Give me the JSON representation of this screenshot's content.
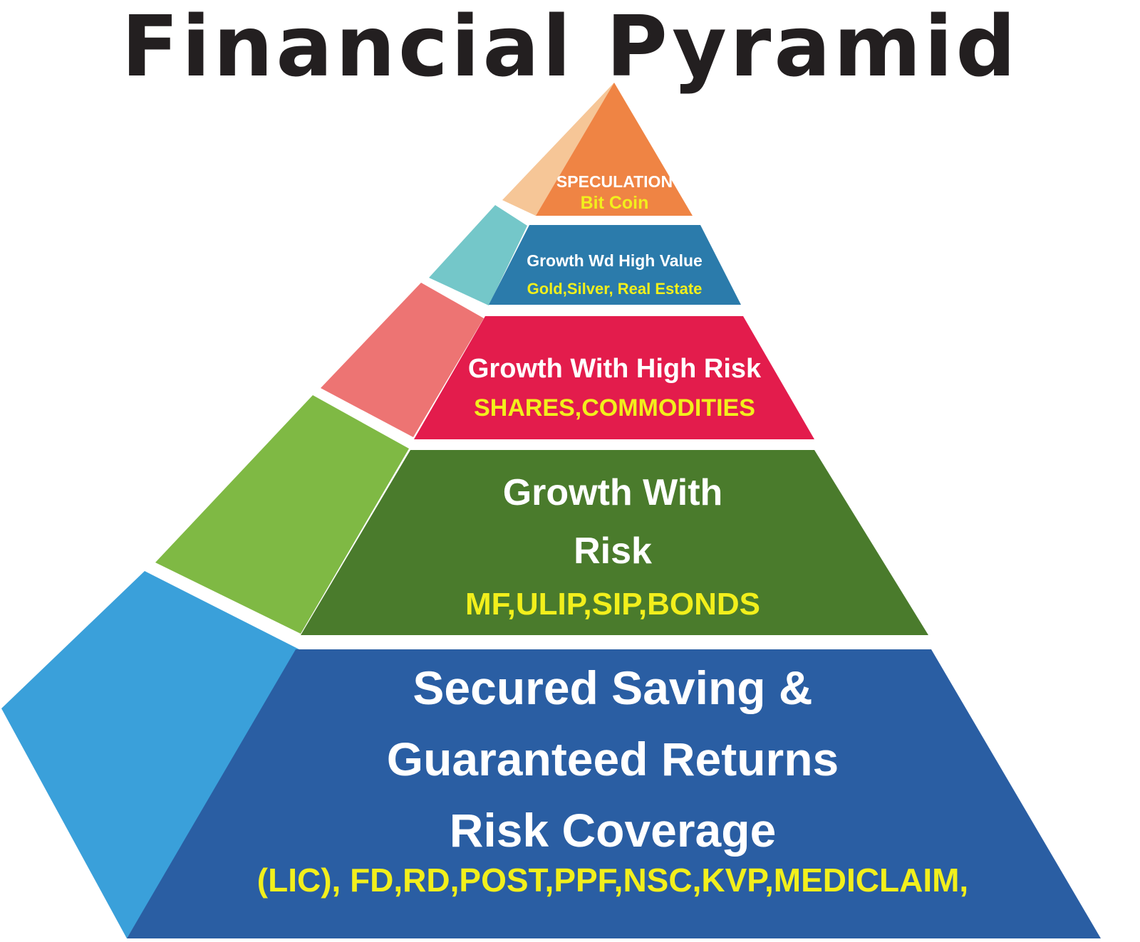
{
  "title": "Financial Pyramid",
  "colors": {
    "title": "#231f20",
    "tier_text": "#ffffff",
    "example_text": "#f2ef1c"
  },
  "tiers": [
    {
      "heading": "SPECULATION",
      "examples": "Bit Coin",
      "front_color": "#ef8444",
      "side_color": "#f6c697"
    },
    {
      "heading": "Growth Wd High Value",
      "examples": "Gold,Silver, Real Estate",
      "front_color": "#2b7bab",
      "side_color": "#74c7c9"
    },
    {
      "heading": "Growth With High Risk",
      "examples": "SHARES,COMMODITIES",
      "front_color": "#e31c4c",
      "side_color": "#ed7473"
    },
    {
      "heading_lines": [
        "Growth With",
        "Risk"
      ],
      "examples": "MF,ULIP,SIP,BONDS",
      "front_color": "#4a7b2c",
      "side_color": "#7fb944"
    },
    {
      "heading_lines": [
        "Secured Saving &",
        "Guaranteed Returns",
        "Risk Coverage"
      ],
      "examples": "(LIC), FD,RD,POST,PPF,NSC,KVP,MEDICLAIM,",
      "front_color": "#2a5ea3",
      "side_color": "#3aa0da"
    }
  ]
}
